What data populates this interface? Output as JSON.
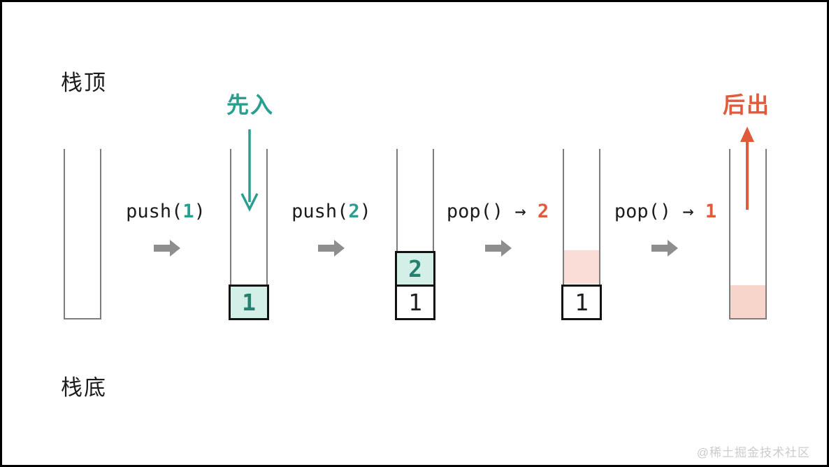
{
  "canvas": {
    "background": "#ffffff",
    "border_color": "#000000"
  },
  "labels": {
    "stack_top": "栈顶",
    "stack_bottom": "栈底",
    "first_in": "先入",
    "last_out": "后出",
    "watermark": "@稀土掘金技术社区"
  },
  "colors": {
    "teal": "#2a9f8f",
    "teal_cell_bg": "#d4efe7",
    "teal_cell_text": "#26806f",
    "orange": "#e05a3c",
    "ghost_pink_upper": "#f9ddd6",
    "ghost_pink_lower": "#f8d5ca",
    "arrow_gray": "#8e8e8e",
    "container_stroke": "#7d7d7d",
    "cell_border": "#121212",
    "text_black": "#1c1c1c",
    "watermark_gray": "#cccccc"
  },
  "operations": [
    {
      "pre": "push(",
      "num": "1",
      "post": ")",
      "num_color": "#2a9f8f"
    },
    {
      "pre": "push(",
      "num": "2",
      "post": ")",
      "num_color": "#2a9f8f"
    },
    {
      "pre": "pop() → ",
      "num": "2",
      "post": "",
      "num_color": "#e05a3c"
    },
    {
      "pre": "pop() → ",
      "num": "1",
      "post": "",
      "num_color": "#e05a3c"
    }
  ],
  "stacks": [
    {
      "state": "initial-empty",
      "items": []
    },
    {
      "state": "after-push-1",
      "items": [
        {
          "value": "1",
          "kind": "teal"
        }
      ]
    },
    {
      "state": "after-push-2",
      "items": [
        {
          "value": "1",
          "kind": "plain"
        },
        {
          "value": "2",
          "kind": "teal"
        }
      ]
    },
    {
      "state": "after-pop-2",
      "items": [
        {
          "value": "1",
          "kind": "plain"
        }
      ],
      "ghost_slots": [
        1
      ]
    },
    {
      "state": "after-pop-1",
      "items": [],
      "ghost_slots": [
        0
      ]
    }
  ]
}
